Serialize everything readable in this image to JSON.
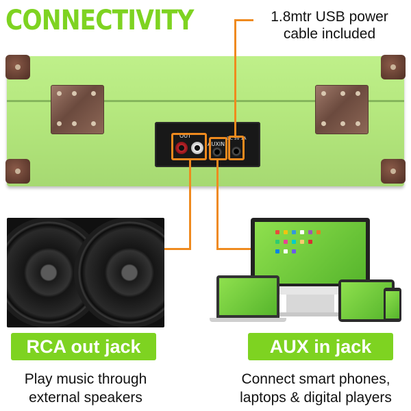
{
  "title": "CONNECTIVITY",
  "usb_callout": {
    "line1": "1.8mtr USB power",
    "line2": "cable included"
  },
  "panel": {
    "out_label": "OUT",
    "aux_label": "AUXIN",
    "dc_label": "DC 5V 1A"
  },
  "features": [
    {
      "pill": "RCA out jack",
      "line1": "Play music through",
      "line2": "external speakers"
    },
    {
      "pill": "AUX in jack",
      "line1": "Connect smart phones,",
      "line2": "laptops & digital players"
    }
  ],
  "colors": {
    "accent_green": "#7ed321",
    "callout_orange": "#ef8a1e",
    "case_green": "#b2e57b",
    "leather_brown": "#6b4a3e"
  },
  "icons": [
    "corner-cap-icon",
    "hinge-icon",
    "rca-jack-icon",
    "aux-jack-icon",
    "dc-jack-icon",
    "speaker-icon",
    "monitor-icon",
    "laptop-icon",
    "tablet-icon",
    "phone-icon"
  ]
}
